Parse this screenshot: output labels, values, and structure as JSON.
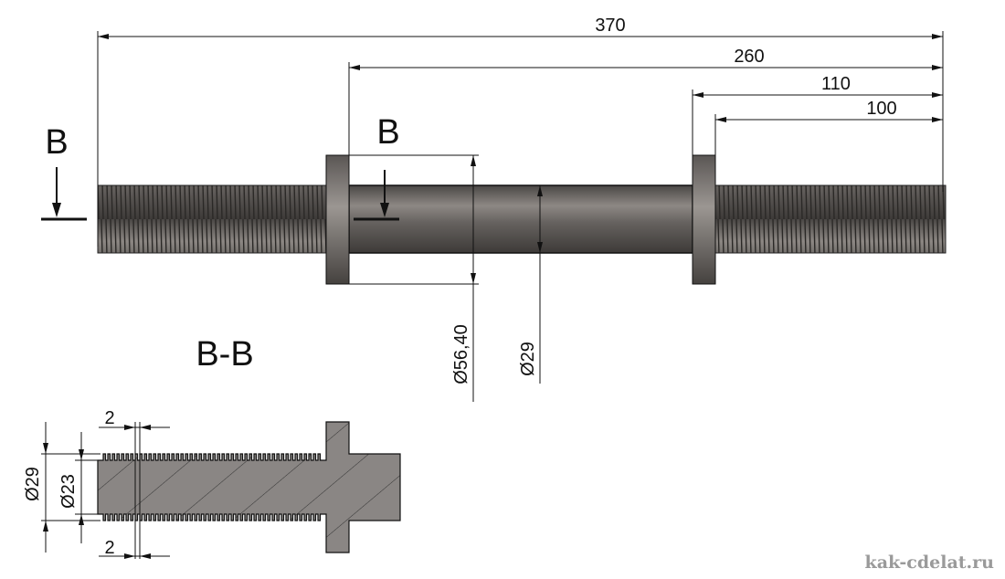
{
  "dimensions": {
    "overall_length": "370",
    "flange_to_end": "260",
    "right_flange_to_end": "110",
    "right_thread_length": "100",
    "flange_diameter": "Ø56,40",
    "shaft_diameter": "Ø29"
  },
  "section": {
    "marker_left": "B",
    "marker_middle": "B",
    "title": "B-B",
    "outer_diameter": "Ø29",
    "inner_diameter": "Ø23",
    "pitch_top": "2",
    "pitch_bottom": "2"
  },
  "watermark": "kak-cdelat.ru",
  "colors": {
    "metal": "#6e6a66",
    "section_fill": "#8a8684",
    "line": "#111111"
  }
}
